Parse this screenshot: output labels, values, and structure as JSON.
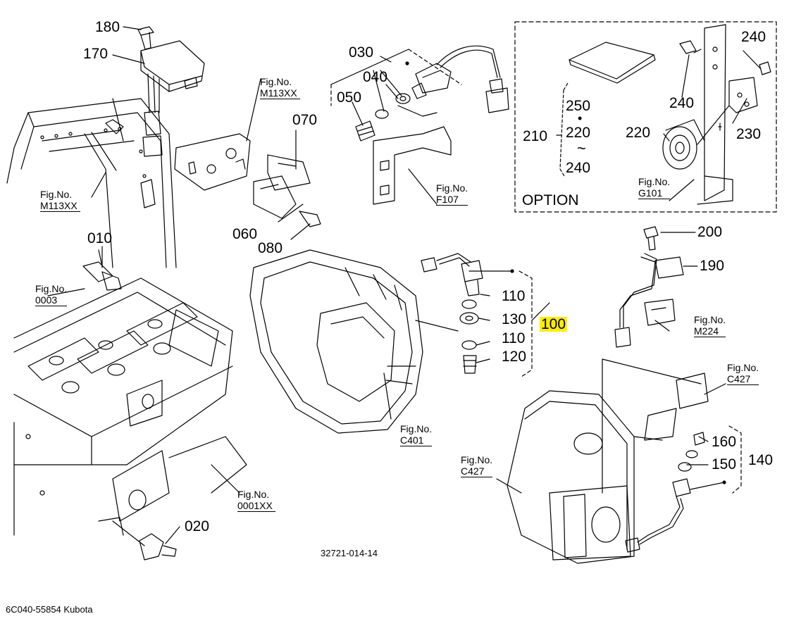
{
  "diagram": {
    "drawing_code": "32721-014-14",
    "footer": "6C040-55854 Kubota",
    "option_label": "OPTION",
    "callouts": {
      "p180": "180",
      "p170": "170",
      "p030": "030",
      "p040": "040",
      "p050": "050",
      "p070": "070",
      "p060": "060",
      "p080": "080",
      "p010": "010",
      "p020": "020",
      "p110a": "110",
      "p130": "130",
      "p110b": "110",
      "p120": "120",
      "p100": "100",
      "p200": "200",
      "p190": "190",
      "p160": "160",
      "p150": "150",
      "p140": "140",
      "p210": "210",
      "p220": "220",
      "p240": "240",
      "p250": "250",
      "p230": "230",
      "p240b": "240",
      "p240c": "240",
      "p220b": "220"
    },
    "figure_refs": {
      "m113xx_top": {
        "label": "Fig.No.",
        "ref": "M113XX"
      },
      "m113xx_left": {
        "label": "Fig.No.",
        "ref": "M113XX"
      },
      "f107": {
        "label": "Fig.No.",
        "ref": "F107"
      },
      "g101": {
        "label": "Fig.No.",
        "ref": "G101"
      },
      "f0003": {
        "label": "Fig.No.",
        "ref": "0003"
      },
      "c401": {
        "label": "Fig.No.",
        "ref": "C401"
      },
      "m224": {
        "label": "Fig.No.",
        "ref": "M224"
      },
      "c427_right": {
        "label": "Fig.No.",
        "ref": "C427"
      },
      "c427_left": {
        "label": "Fig.No.",
        "ref": "C427"
      },
      "f0001xx": {
        "label": "Fig.No.",
        "ref": "0001XX"
      }
    },
    "highlight_color": "#ffee00"
  }
}
